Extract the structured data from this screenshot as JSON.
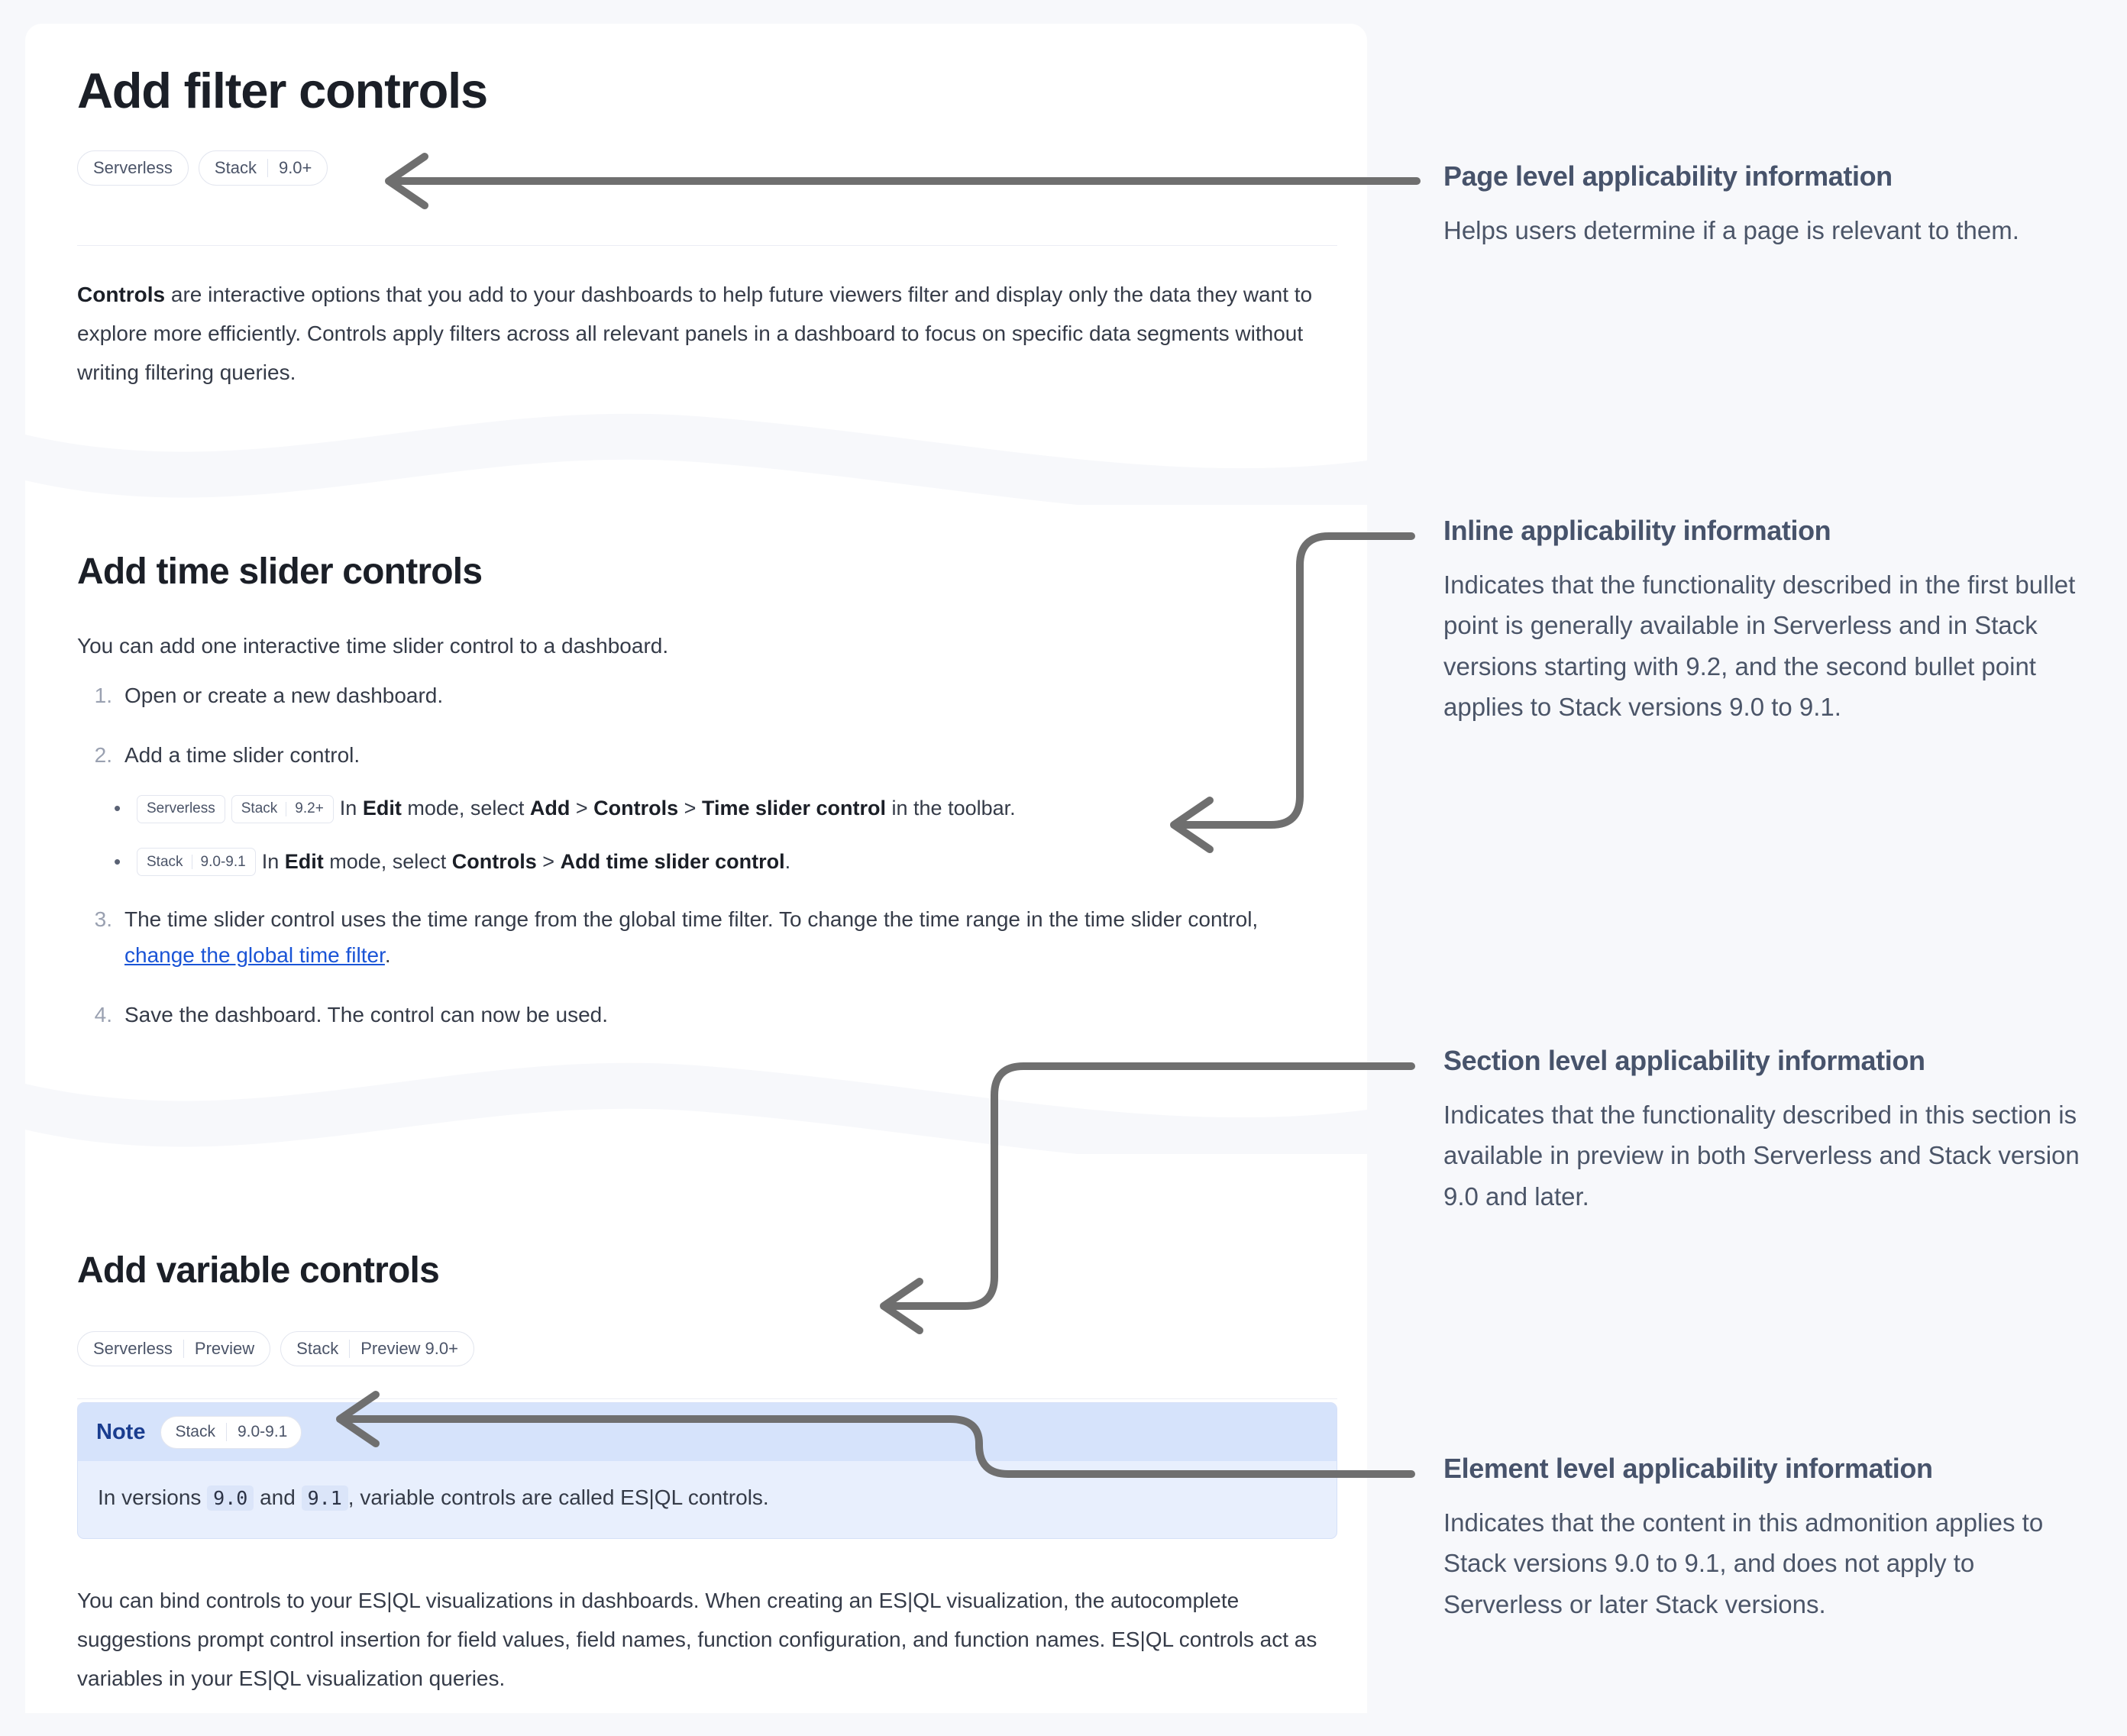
{
  "colors": {
    "page_bg": "#f7f8fb",
    "panel_bg": "#ffffff",
    "connector": "#6f6f6f",
    "link": "#1a54d6",
    "note_header_bg": "#d6e3fb",
    "note_body_bg": "#e8effd",
    "note_label": "#1a3d8f",
    "annotation_heading": "#47536b"
  },
  "doc": {
    "page_title": "Add filter controls",
    "page_badges": [
      {
        "name": "serverless-badge",
        "segments": [
          "Serverless"
        ]
      },
      {
        "name": "stack-badge",
        "segments": [
          "Stack",
          "9.0+"
        ]
      }
    ],
    "intro": {
      "lead": "Controls",
      "rest": " are interactive options that you add to your dashboards to help future viewers filter and display only the data they want to explore more efficiently. Controls apply filters across all relevant panels in a dashboard to focus on specific data segments without writing filtering queries."
    },
    "section_time_slider": {
      "heading": "Add time slider controls",
      "intro": "You can add one interactive time slider control to a dashboard.",
      "steps": [
        {
          "num": "1.",
          "text": "Open or create a new dashboard."
        },
        {
          "num": "2.",
          "text": "Add a time slider control."
        },
        {
          "num": "3.",
          "text": "The time slider control uses the time range from the global time filter. To change the time range in the time slider control, ",
          "link": "change the global time filter",
          "tail": "."
        },
        {
          "num": "4.",
          "text": "Save the dashboard. The control can now be used."
        }
      ],
      "bullets": [
        {
          "badges": [
            {
              "name": "serverless-badge",
              "segments": [
                "Serverless"
              ]
            },
            {
              "name": "stack-badge",
              "segments": [
                "Stack",
                "9.2+"
              ]
            }
          ],
          "parts": [
            {
              "t": "In ",
              "b": false
            },
            {
              "t": "Edit",
              "b": true
            },
            {
              "t": " mode, select ",
              "b": false
            },
            {
              "t": "Add",
              "b": true
            },
            {
              "t": " > ",
              "b": false
            },
            {
              "t": "Controls",
              "b": true
            },
            {
              "t": " > ",
              "b": false
            },
            {
              "t": "Time slider control",
              "b": true
            },
            {
              "t": " in the toolbar.",
              "b": false
            }
          ]
        },
        {
          "badges": [
            {
              "name": "stack-badge",
              "segments": [
                "Stack",
                "9.0-9.1"
              ]
            }
          ],
          "parts": [
            {
              "t": "In ",
              "b": false
            },
            {
              "t": "Edit",
              "b": true
            },
            {
              "t": " mode, select ",
              "b": false
            },
            {
              "t": "Controls",
              "b": true
            },
            {
              "t": " > ",
              "b": false
            },
            {
              "t": "Add time slider control",
              "b": true
            },
            {
              "t": ".",
              "b": false
            }
          ]
        }
      ]
    },
    "section_variable": {
      "heading": "Add variable controls",
      "badges": [
        {
          "name": "serverless-preview-badge",
          "segments": [
            "Serverless",
            "Preview"
          ]
        },
        {
          "name": "stack-preview-badge",
          "segments": [
            "Stack",
            "Preview 9.0+"
          ]
        }
      ],
      "note": {
        "label": "Note",
        "badge": {
          "name": "stack-badge",
          "segments": [
            "Stack",
            "9.0-9.1"
          ]
        },
        "body_pre": "In versions ",
        "code1": "9.0",
        "body_mid": " and ",
        "code2": "9.1",
        "body_post": ", variable controls are called ES|QL controls."
      },
      "paragraph": "You can bind controls to your ES|QL visualizations in dashboards. When creating an ES|QL visualization, the autocomplete suggestions prompt control insertion for field values, field names, function configuration, and function names. ES|QL controls act as variables in your ES|QL visualization queries."
    }
  },
  "annotations": [
    {
      "name": "annotation-page-level",
      "title": "Page level applicability information",
      "body": "Helps users determine if a page is relevant to them."
    },
    {
      "name": "annotation-inline",
      "title": "Inline applicability information",
      "body": "Indicates that the functionality described in the first bullet point is generally available in Serverless and in Stack versions starting with 9.2, and the second bullet point applies to Stack versions 9.0 to 9.1."
    },
    {
      "name": "annotation-section-level",
      "title": "Section level applicability information",
      "body": "Indicates that the functionality described in this section is available in preview in both Serverless and Stack version 9.0 and later."
    },
    {
      "name": "annotation-element-level",
      "title": "Element level applicability information",
      "body": "Indicates that the content in this admonition applies to Stack versions 9.0 to 9.1, and does not apply to Serverless or later Stack versions."
    }
  ]
}
